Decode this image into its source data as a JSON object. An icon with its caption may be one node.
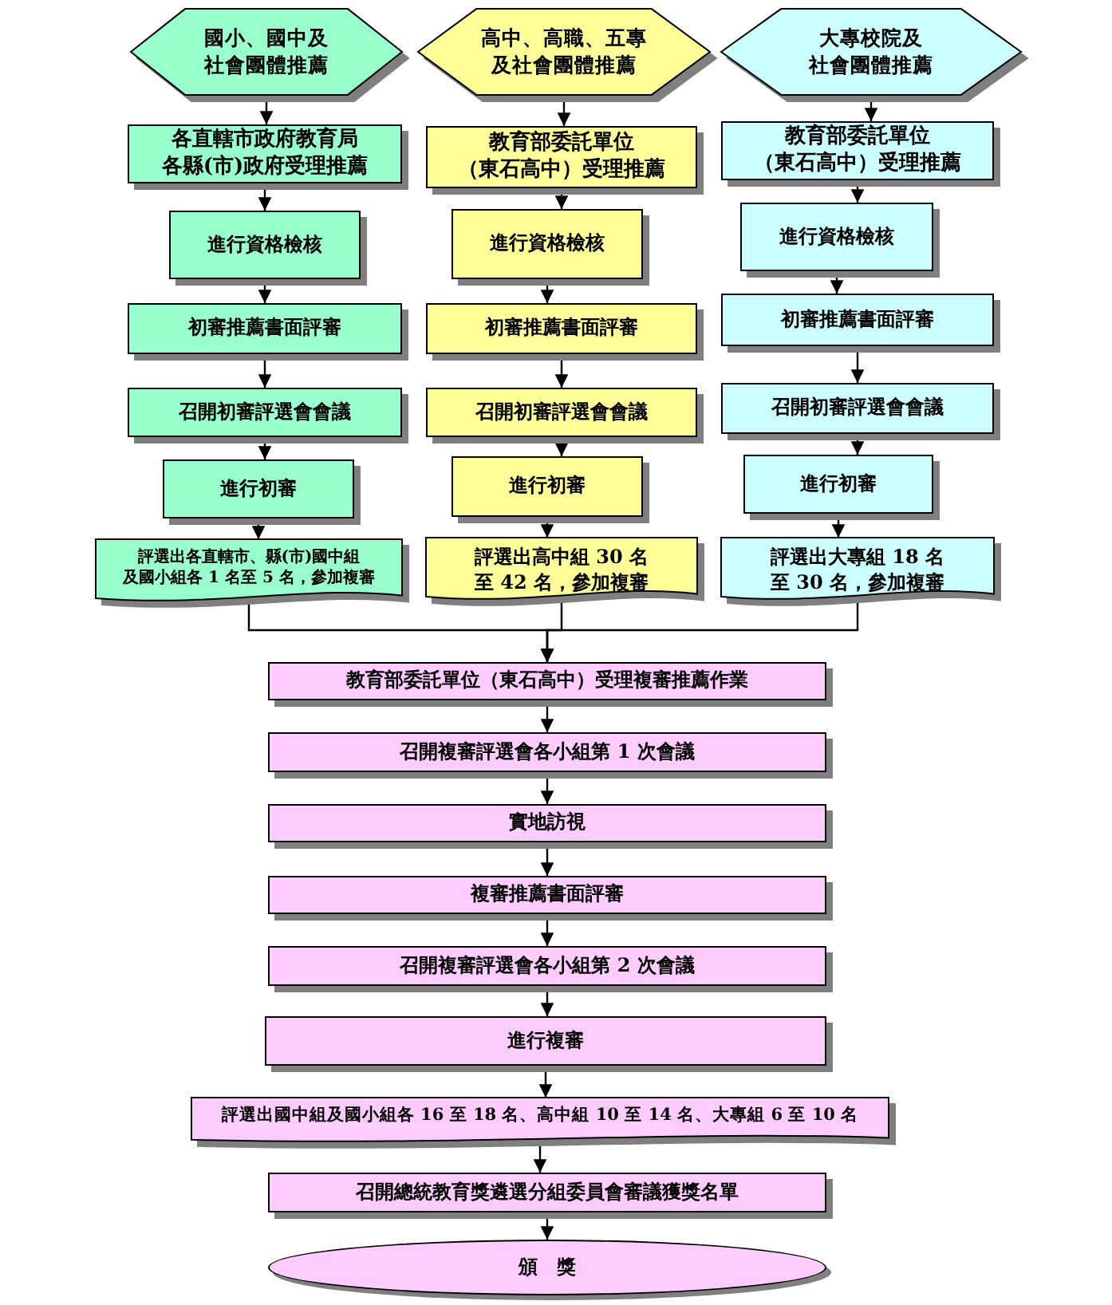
{
  "diagram": {
    "nodes": [
      {
        "text": [
          "國小、國中及社會團體推薦"
        ]
      },
      {
        "text": [
          "各直轄市政府教育局各縣(市)政府受理推薦"
        ]
      },
      {
        "text": [
          "進行資格檢核"
        ]
      },
      {
        "text": [
          "初審推薦書面評審"
        ]
      },
      {
        "text": [
          "召開初審評選會會議"
        ]
      },
      {
        "text": [
          "進行初審"
        ]
      },
      {
        "text": [
          "評選出各直轄市、縣(市)國中組及國小組各 1 名至 5 名，參加複審"
        ]
      },
      {
        "text": [
          "高中、高職、五專及社會團體推薦"
        ]
      },
      {
        "text": [
          "教育部委託單位（東石高中）受理推薦"
        ]
      },
      {
        "text": [
          "進行資格檢核"
        ]
      },
      {
        "text": [
          "初審推薦書面評審"
        ]
      },
      {
        "text": [
          "召開初審評選會會議"
        ]
      },
      {
        "text": [
          "進行初審"
        ]
      },
      {
        "text": [
          "評選出高中組 30 名至 42 名，參加複審"
        ]
      },
      {
        "text": [
          "大專校院及社會團體推薦"
        ]
      },
      {
        "text": [
          "教育部委託單位（東石高中）受理推薦"
        ]
      },
      {
        "text": [
          "進行資格檢核"
        ]
      },
      {
        "text": [
          "初審推薦書面評審"
        ]
      },
      {
        "text": [
          "召開初審評選會會議"
        ]
      },
      {
        "text": [
          "進行初審"
        ]
      },
      {
        "text": [
          "評選出大專組 18 名至 30 名，參加複審"
        ]
      },
      {
        "text": [
          "教育部委託單位（東石高中）受理複審推薦作業"
        ]
      },
      {
        "text": [
          "召開複審評選會各小組第 1 次會議"
        ]
      },
      {
        "text": [
          "實地訪視"
        ]
      },
      {
        "text": [
          "複審推薦書面評審"
        ]
      },
      {
        "text": [
          "召開複審評選會各小組第 2 次會議"
        ]
      },
      {
        "text": [
          "進行複審"
        ]
      },
      {
        "text": [
          "評選出國中組及國小組各 16 至 18 名、高中組 10 至 14 名、大專組 6 至 10 名"
        ]
      },
      {
        "text": [
          "召開總統教育獎遴選分組委員會審議獲獎名單"
        ]
      },
      {
        "text": [
          "頒　獎"
        ]
      }
    ],
    "edges": [
      {
        "from": 0,
        "to": 1,
        "arrow": "to"
      },
      {
        "from": 1,
        "to": 2,
        "arrow": "to"
      },
      {
        "from": 2,
        "to": 3,
        "arrow": "to"
      },
      {
        "from": 3,
        "to": 4,
        "arrow": "to"
      },
      {
        "from": 4,
        "to": 5,
        "arrow": "to"
      },
      {
        "from": 5,
        "to": 6,
        "arrow": "to"
      },
      {
        "from": 7,
        "to": 8,
        "arrow": "to"
      },
      {
        "from": 8,
        "to": 9,
        "arrow": "to"
      },
      {
        "from": 9,
        "to": 10,
        "arrow": "to"
      },
      {
        "from": 10,
        "to": 11,
        "arrow": "to"
      },
      {
        "from": 11,
        "to": 12,
        "arrow": "to"
      },
      {
        "from": 12,
        "to": 13,
        "arrow": "to"
      },
      {
        "from": 14,
        "to": 15,
        "arrow": "to"
      },
      {
        "from": 15,
        "to": 16,
        "arrow": "to"
      },
      {
        "from": 16,
        "to": 17,
        "arrow": "to"
      },
      {
        "from": 17,
        "to": 18,
        "arrow": "to"
      },
      {
        "from": 18,
        "to": 19,
        "arrow": "to"
      },
      {
        "from": 19,
        "to": 20,
        "arrow": "to"
      },
      {
        "from": 6,
        "to": 21,
        "arrow": "to"
      },
      {
        "from": 13,
        "to": 21,
        "arrow": "to"
      },
      {
        "from": 20,
        "to": 21,
        "arrow": "to"
      },
      {
        "from": 21,
        "to": 22,
        "arrow": "to"
      },
      {
        "from": 22,
        "to": 23,
        "arrow": "to"
      },
      {
        "from": 23,
        "to": 24,
        "arrow": "to"
      },
      {
        "from": 24,
        "to": 25,
        "arrow": "to"
      },
      {
        "from": 25,
        "to": 26,
        "arrow": "to"
      },
      {
        "from": 26,
        "to": 27,
        "arrow": "to"
      },
      {
        "from": 27,
        "to": 28,
        "arrow": "to"
      },
      {
        "from": 28,
        "to": 29,
        "arrow": "to"
      }
    ]
  }
}
